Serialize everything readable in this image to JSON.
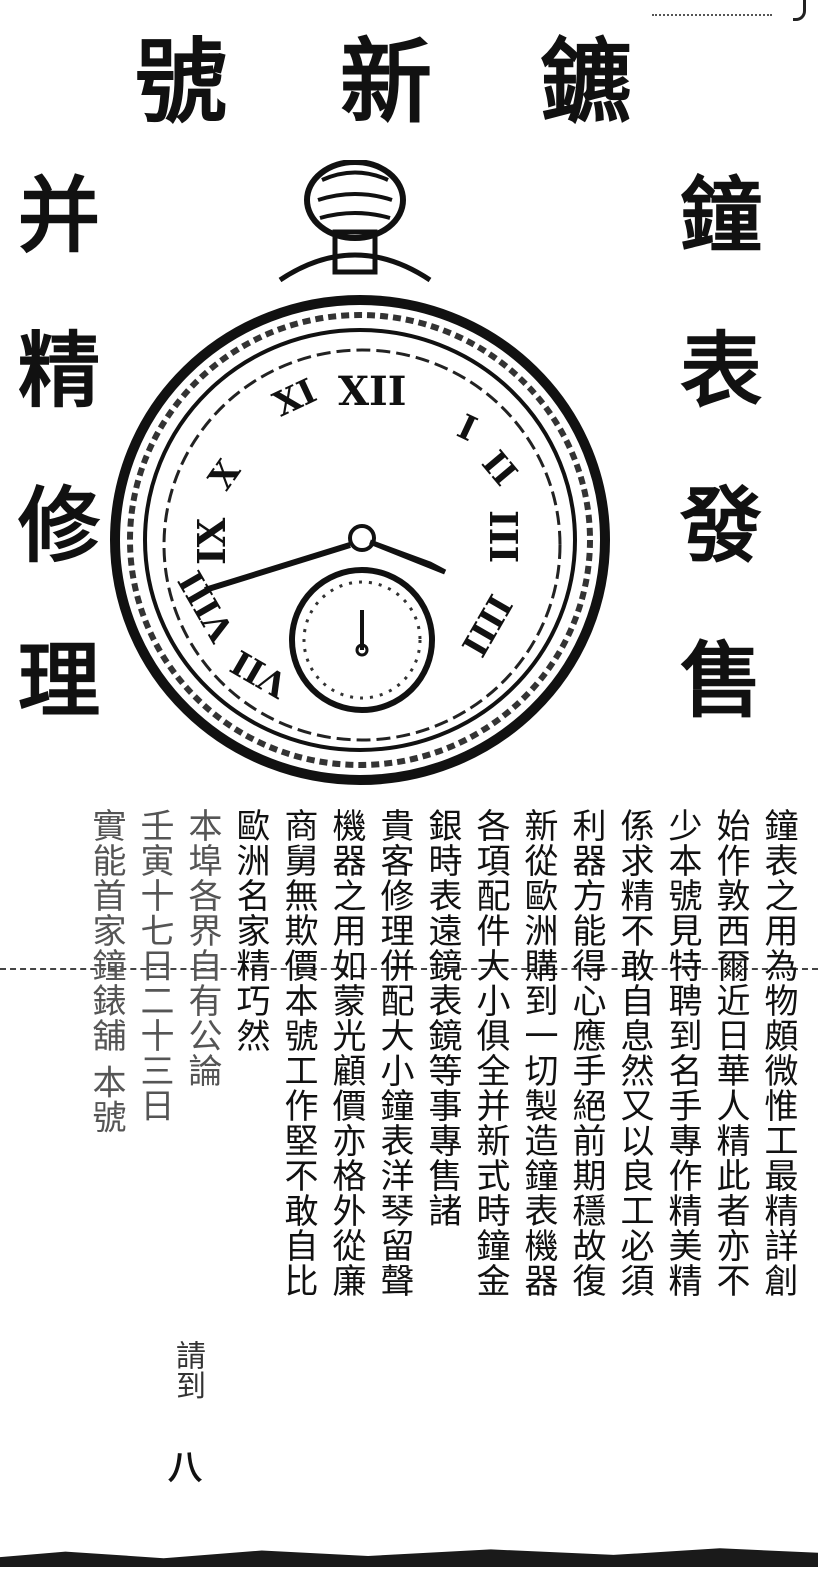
{
  "title": [
    "鑣",
    "新",
    "號"
  ],
  "right_heading": [
    "鐘",
    "表",
    "發",
    "售"
  ],
  "left_heading": [
    "并",
    "精",
    "修",
    "理"
  ],
  "body_columns": [
    "鐘表之用為物頗微惟工最精詳創",
    "始作敦西爾近日華人精此者亦不",
    "少本號見特聘到名手專作精美精",
    "係求精不敢自息然又以良工必須",
    "利器方能得心應手絕前期穩故復",
    "新從歐洲購到一切製造鐘表機器",
    "各項配件大小俱全并新式時鐘金",
    "銀時表遠鏡表鏡等事專售諸",
    "貴客修理併配大小鐘表洋琴留聲",
    "機器之用如蒙光顧價亦格外從廉",
    "商舅無欺價本號工作堅不敢自比",
    "歐洲名家精巧然",
    "本埠各界自有公論",
    "壬寅十七日二十三日",
    "實能首家鐘錶舖 本號"
  ],
  "stamp_right": "請到",
  "stamp_left": "八",
  "faint_cols": [
    11,
    12,
    13,
    14
  ],
  "icons": {
    "pocket_watch": "pocket-watch-illustration"
  }
}
